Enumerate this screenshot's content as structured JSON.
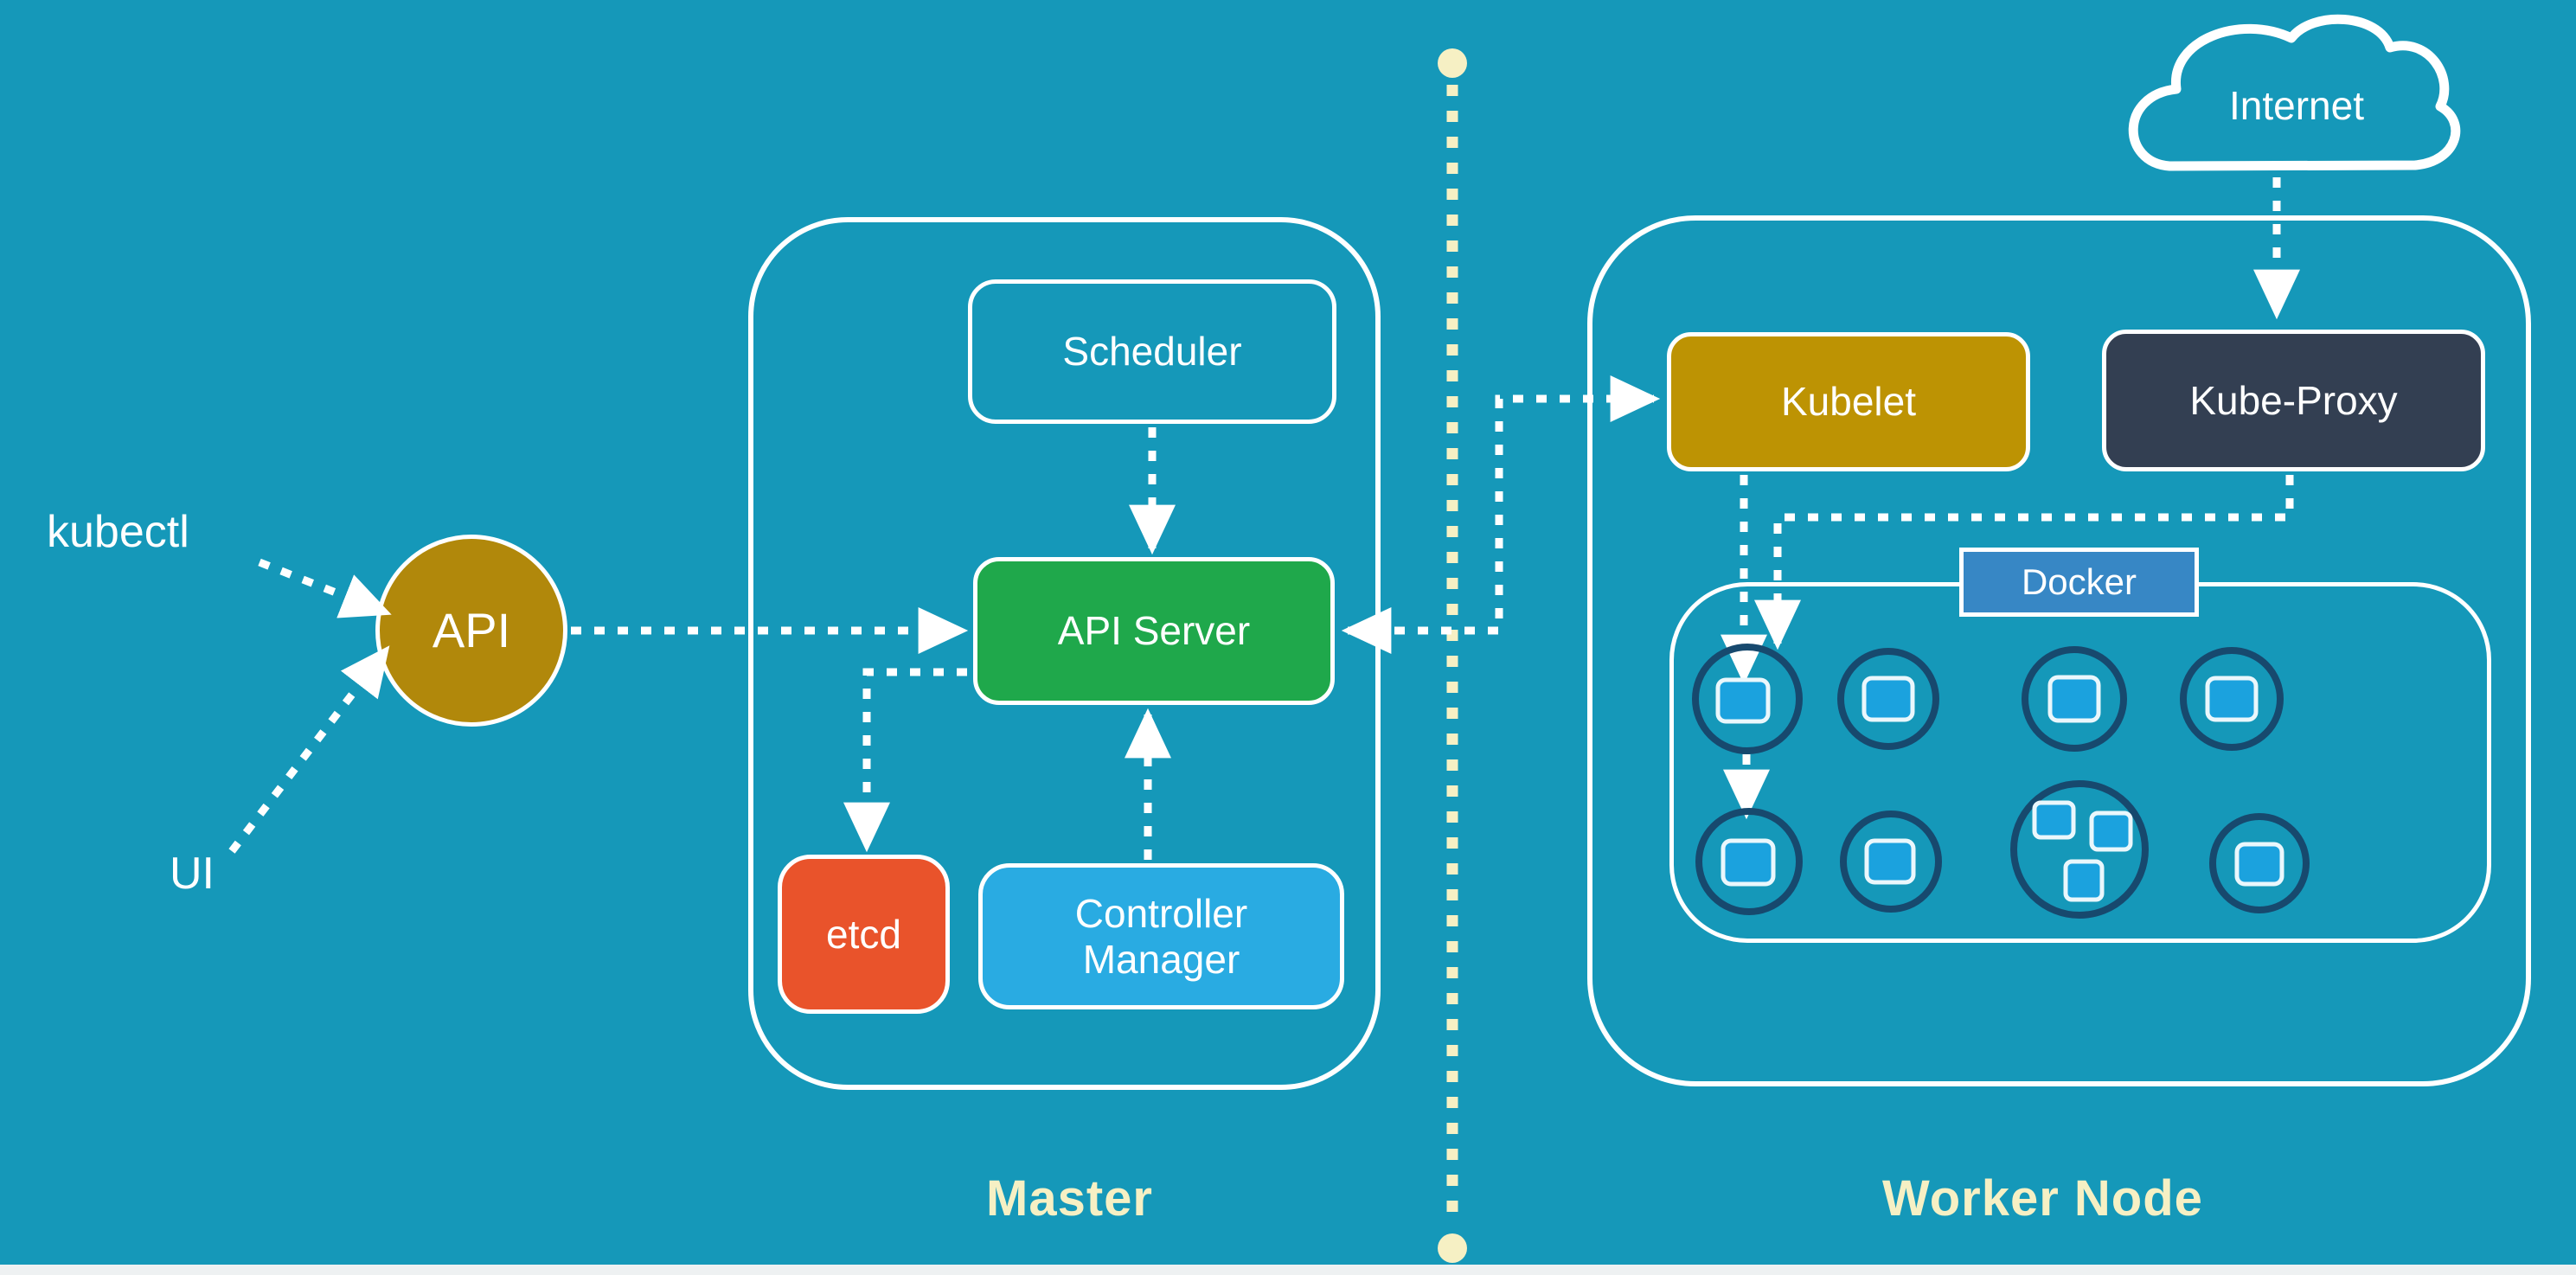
{
  "diagram": {
    "section_labels": {
      "master": "Master",
      "worker": "Worker Node"
    },
    "external": {
      "kubectl": "kubectl",
      "ui": "UI",
      "internet": "Internet",
      "api": "API"
    },
    "master": {
      "scheduler": "Scheduler",
      "api_server": "API Server",
      "etcd": "etcd",
      "controller_manager": "Controller Manager"
    },
    "worker": {
      "kubelet": "Kubelet",
      "kube_proxy": "Kube-Proxy",
      "docker": "Docker",
      "pods": {
        "rows": 2,
        "pods_per_row": 4,
        "containers_per_pod": [
          [
            1,
            1,
            1,
            1
          ],
          [
            1,
            1,
            3,
            1
          ]
        ]
      }
    },
    "connections": [
      "kubectl -> API",
      "UI -> API",
      "API -> API Server",
      "Scheduler -> API Server",
      "Controller Manager -> API Server",
      "API Server -> etcd",
      "API Server <-> Kubelet",
      "Internet -> Kube-Proxy",
      "Kubelet -> Pod",
      "Kube-Proxy -> Pods",
      "Pod -> Pod"
    ]
  },
  "colors": {
    "bg": "#1598b9",
    "line": "#ffffff",
    "white": "#ffffff",
    "cream": "#f6f0c4",
    "gold": "#b1880b",
    "gold2": "#bd9303",
    "green": "#1fa84b",
    "orange": "#e9532b",
    "lightblue": "#29abe2",
    "navy": "#333f52",
    "dockerblue": "#3787c5",
    "podring": "#17496e",
    "podsquare": "#1ba2de"
  }
}
